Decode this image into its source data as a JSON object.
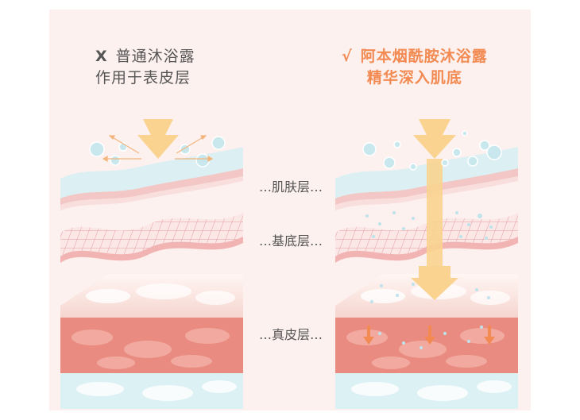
{
  "left": {
    "mark": "X",
    "line1": "普通沐浴露",
    "line2": "作用于表皮层"
  },
  "right": {
    "mark": "√",
    "line1": "阿本烟酰胺沐浴露",
    "line2": "精华深入肌底"
  },
  "layers": {
    "skin": "…肌肤层…",
    "base": "…基底层…",
    "dermis": "…真皮层…"
  },
  "colors": {
    "accent": "#f28a52",
    "arrow": "#f9d38f",
    "skin_blue": "#dcf0f3",
    "dermis_red": "#e98b80"
  }
}
